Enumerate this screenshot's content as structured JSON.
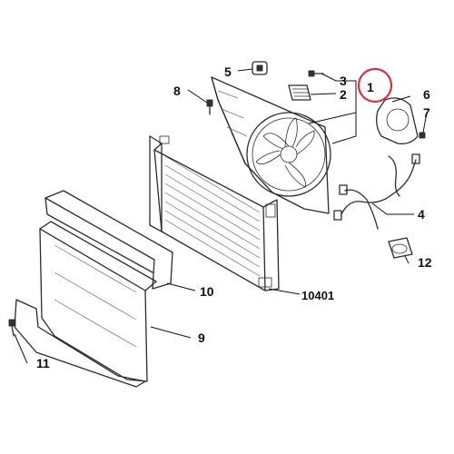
{
  "diagram": {
    "highlight_color": "#d9303a",
    "callouts": [
      {
        "id": "c1",
        "label": "1"
      },
      {
        "id": "c2",
        "label": "2"
      },
      {
        "id": "c3",
        "label": "3"
      },
      {
        "id": "c4",
        "label": "4"
      },
      {
        "id": "c5",
        "label": "5"
      },
      {
        "id": "c6",
        "label": "6"
      },
      {
        "id": "c7",
        "label": "7"
      },
      {
        "id": "c8",
        "label": "8"
      },
      {
        "id": "c9",
        "label": "9"
      },
      {
        "id": "c10",
        "label": "10"
      },
      {
        "id": "c11",
        "label": "11"
      },
      {
        "id": "c12",
        "label": "12"
      },
      {
        "id": "c10401",
        "label": "10401"
      }
    ]
  }
}
